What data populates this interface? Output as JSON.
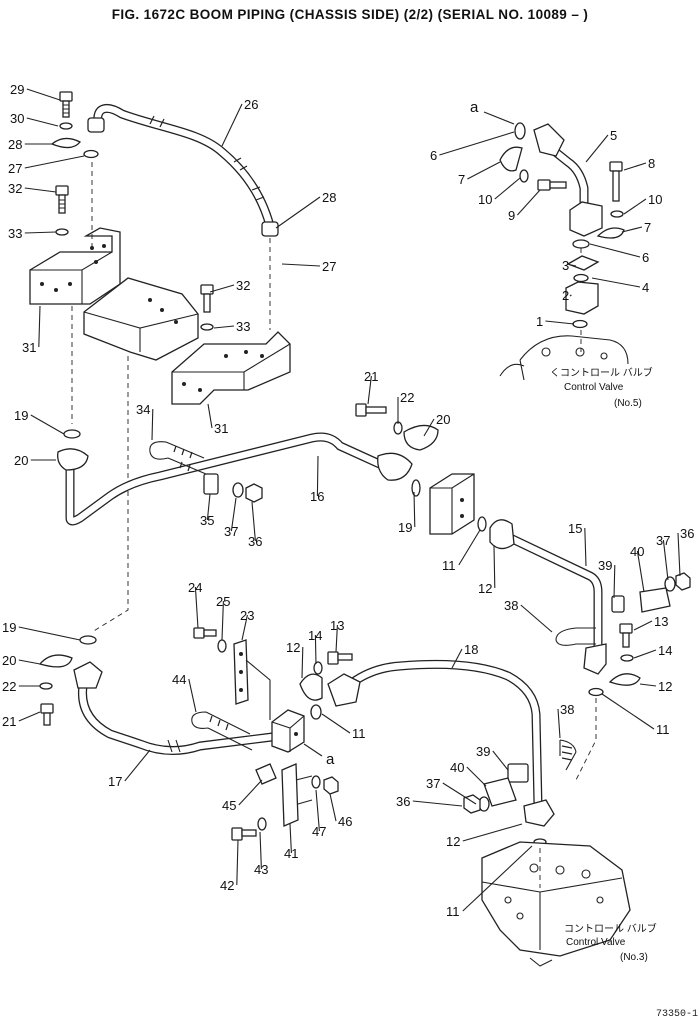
{
  "title": "FIG. 1672C  BOOM PIPING (CHASSIS SIDE) (2/2) (SERIAL NO. 10089 – )",
  "connection_marks": [
    "a",
    "a"
  ],
  "control_valve_no5": {
    "jp": "くコントロール バルブ",
    "en": "Control Valve",
    "no": "(No.5)"
  },
  "control_valve_no3": {
    "jp": "コントロール バルブ",
    "en": "Control Valve",
    "no": "(No.3)"
  },
  "drawing_code": "73350-1",
  "callouts": [
    {
      "id": "29"
    },
    {
      "id": "30"
    },
    {
      "id": "28"
    },
    {
      "id": "27"
    },
    {
      "id": "32"
    },
    {
      "id": "33"
    },
    {
      "id": "31"
    },
    {
      "id": "26"
    },
    {
      "id": "28"
    },
    {
      "id": "27"
    },
    {
      "id": "32"
    },
    {
      "id": "33"
    },
    {
      "id": "31"
    },
    {
      "id": "19"
    },
    {
      "id": "20"
    },
    {
      "id": "34"
    },
    {
      "id": "35"
    },
    {
      "id": "37"
    },
    {
      "id": "36"
    },
    {
      "id": "16"
    },
    {
      "id": "21"
    },
    {
      "id": "22"
    },
    {
      "id": "20"
    },
    {
      "id": "19"
    },
    {
      "id": "6"
    },
    {
      "id": "7"
    },
    {
      "id": "10"
    },
    {
      "id": "9"
    },
    {
      "id": "5"
    },
    {
      "id": "8"
    },
    {
      "id": "10"
    },
    {
      "id": "7"
    },
    {
      "id": "6"
    },
    {
      "id": "3"
    },
    {
      "id": "4"
    },
    {
      "id": "2"
    },
    {
      "id": "1"
    },
    {
      "id": "11"
    },
    {
      "id": "12"
    },
    {
      "id": "15"
    },
    {
      "id": "39"
    },
    {
      "id": "40"
    },
    {
      "id": "37"
    },
    {
      "id": "36"
    },
    {
      "id": "38"
    },
    {
      "id": "13"
    },
    {
      "id": "14"
    },
    {
      "id": "12"
    },
    {
      "id": "11"
    },
    {
      "id": "19"
    },
    {
      "id": "20"
    },
    {
      "id": "22"
    },
    {
      "id": "21"
    },
    {
      "id": "24"
    },
    {
      "id": "25"
    },
    {
      "id": "23"
    },
    {
      "id": "12"
    },
    {
      "id": "14"
    },
    {
      "id": "13"
    },
    {
      "id": "11"
    },
    {
      "id": "18"
    },
    {
      "id": "44"
    },
    {
      "id": "17"
    },
    {
      "id": "45"
    },
    {
      "id": "47"
    },
    {
      "id": "46"
    },
    {
      "id": "41"
    },
    {
      "id": "43"
    },
    {
      "id": "42"
    },
    {
      "id": "38"
    },
    {
      "id": "39"
    },
    {
      "id": "40"
    },
    {
      "id": "37"
    },
    {
      "id": "36"
    },
    {
      "id": "12"
    },
    {
      "id": "11"
    }
  ]
}
